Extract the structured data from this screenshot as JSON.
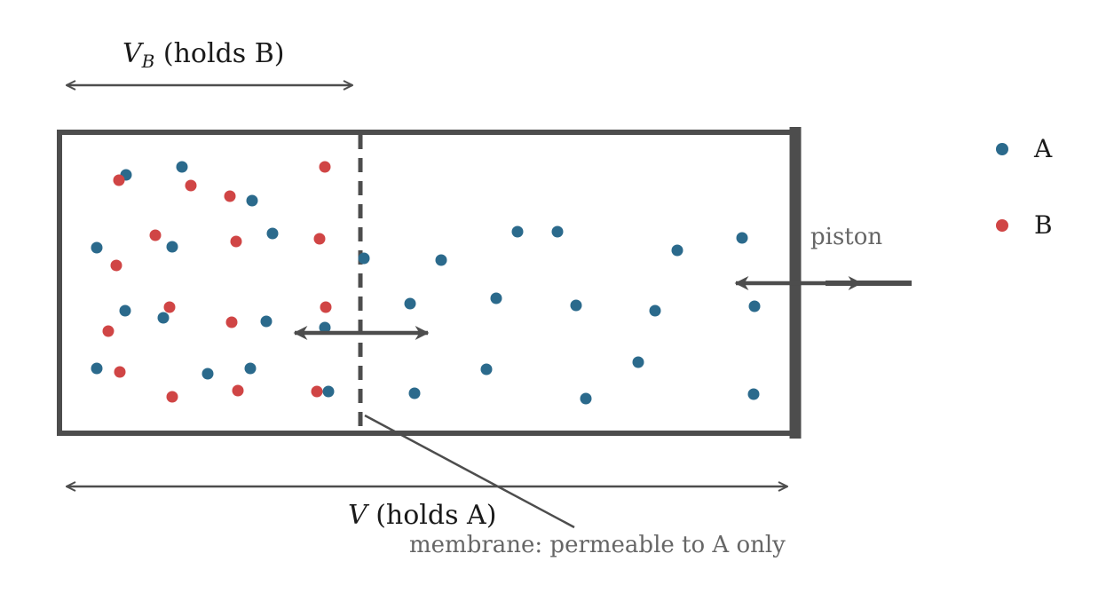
{
  "labels": {
    "vb_symbol": "V",
    "vb_subscript": "B",
    "vb_text": " (holds B)",
    "v_symbol": "V",
    "v_text": " (holds A)",
    "membrane": "membrane: permeable to A only",
    "piston": "piston"
  },
  "legend": [
    {
      "label": "A",
      "color": "#2b6a8c"
    },
    {
      "label": "B",
      "color": "#d04545"
    }
  ],
  "colors": {
    "outline": "#4d4d4d",
    "particle_a": "#2b6a8c",
    "particle_b": "#d04545"
  }
}
